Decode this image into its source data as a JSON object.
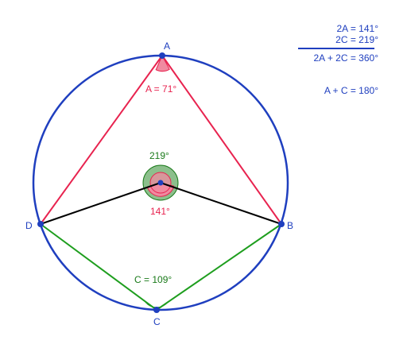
{
  "points": {
    "A": "A",
    "B": "B",
    "C": "C",
    "D": "D"
  },
  "angle_labels": {
    "inscribed_a": "A = 71°",
    "inscribed_c": "C = 109°",
    "central_major": "219°",
    "central_minor": "141°"
  },
  "equations": {
    "line1": "2A = 141°",
    "line2": "2C = 219°",
    "sum": "2A + 2C = 360°",
    "result": "A + C = 180°"
  },
  "colors": {
    "circle": "#1f3fbf",
    "triangle_a": "#e8234f",
    "triangle_c": "#1e9e1e",
    "radii": "#000000",
    "equation_text": "#1f3fbf",
    "label_red": "#e8234f",
    "label_green": "#1a7a1a",
    "point_fill": "#1f3fbf",
    "arc_red_fill": "#f08aa0",
    "arc_green_fill": "#7fb87f"
  }
}
